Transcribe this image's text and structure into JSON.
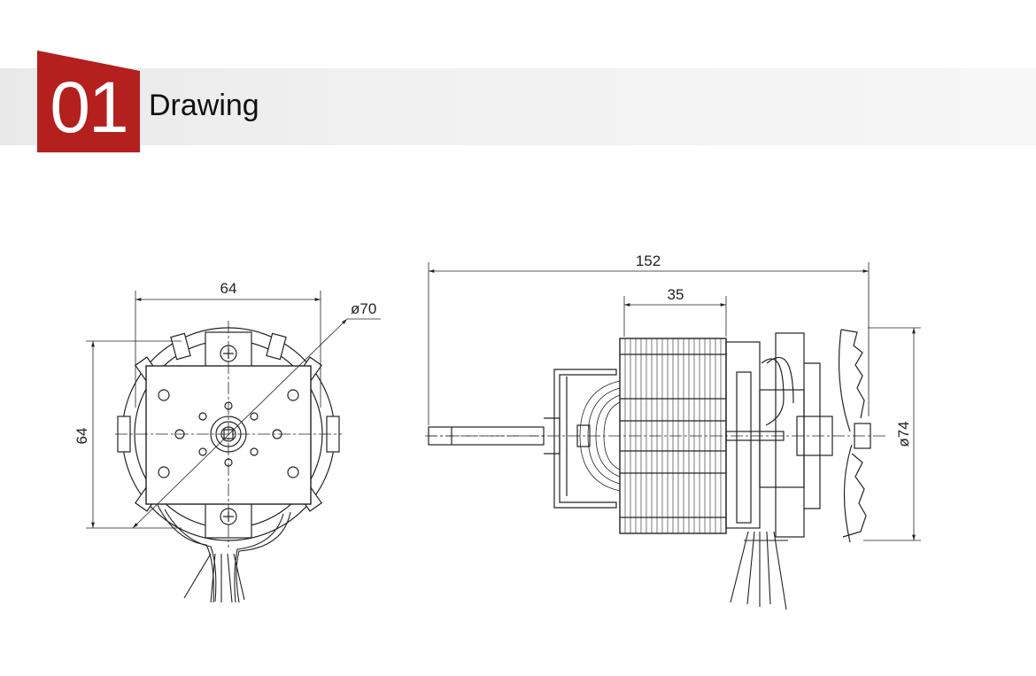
{
  "header": {
    "number": "01",
    "title": "Drawing"
  },
  "colors": {
    "accent": "#b3201d",
    "band": "#eeeeee",
    "line": "#222222"
  },
  "front_view": {
    "width_label": "64",
    "height_label": "64",
    "diameter_label": "ø70"
  },
  "side_view": {
    "length_label": "152",
    "stack_label": "35",
    "fan_diameter_label": "ø74"
  }
}
